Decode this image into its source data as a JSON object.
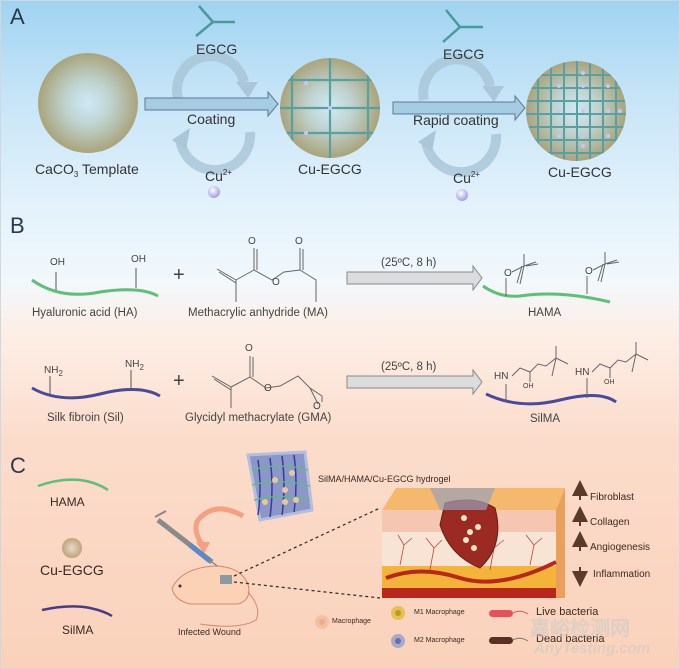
{
  "panels": {
    "A": {
      "label": "A",
      "template_label_main": "CaCO",
      "template_label_sub": "3",
      "template_label_rest": " Template",
      "step1": {
        "reagent_top": "EGCG",
        "arrow_label": "Coating",
        "reagent_bottom_main": "Cu",
        "reagent_bottom_sup": "2+",
        "product": "Cu-EGCG"
      },
      "step2": {
        "reagent_top": "EGCG",
        "arrow_label": "Rapid coating",
        "reagent_bottom_main": "Cu",
        "reagent_bottom_sup": "2+",
        "product": "Cu-EGCG"
      }
    },
    "B": {
      "label": "B",
      "reaction1": {
        "reactant1": "Hyaluronic acid (HA)",
        "reactant1_groups": [
          "OH",
          "OH"
        ],
        "plus": "+",
        "reactant2": "Methacrylic anhydride (MA)",
        "condition": "(25ºC, 8 h)",
        "product": "HAMA"
      },
      "reaction2": {
        "reactant1": "Silk fibroin (Sil)",
        "reactant1_groups": [
          "NH",
          "NH"
        ],
        "reactant1_group_sub": "2",
        "plus": "+",
        "reactant2": "Glycidyl methacrylate (GMA)",
        "condition": "(25ºC, 8 h)",
        "product": "SilMA",
        "product_groups": [
          "HN",
          "OH",
          "HN",
          "OH"
        ]
      },
      "atom_O": "O"
    },
    "C": {
      "label": "C",
      "legend": [
        "HAMA",
        "Cu-EGCG",
        "SilMA"
      ],
      "hydrogel_label": "SilMA/HAMA/Cu-EGCG hydrogel",
      "mouse_label": "Infected Wound",
      "effects": [
        {
          "direction": "up",
          "label": "Fibroblast"
        },
        {
          "direction": "up",
          "label": "Collagen"
        },
        {
          "direction": "up",
          "label": "Angiogenesis"
        },
        {
          "direction": "down",
          "label": "Inflammation"
        }
      ],
      "cells": {
        "macrophage": "Macrophage",
        "m1": "M1 Macrophage",
        "m2": "M2 Macrophage"
      },
      "bacteria": {
        "live": "Live bacteria",
        "dead": "Dead bacteria"
      }
    }
  },
  "watermark": {
    "cn": "嘉峪检测网",
    "en": "AnyTesting.com"
  },
  "colors": {
    "ha_green": "#5cbf7a",
    "sil_purple": "#4a4a9a",
    "teal": "#4a9a9a",
    "arrow_fill": "#9cc4de",
    "sphere": "#b8b48e",
    "blood_red": "#b8261c",
    "fat_yellow": "#f4b43a"
  }
}
